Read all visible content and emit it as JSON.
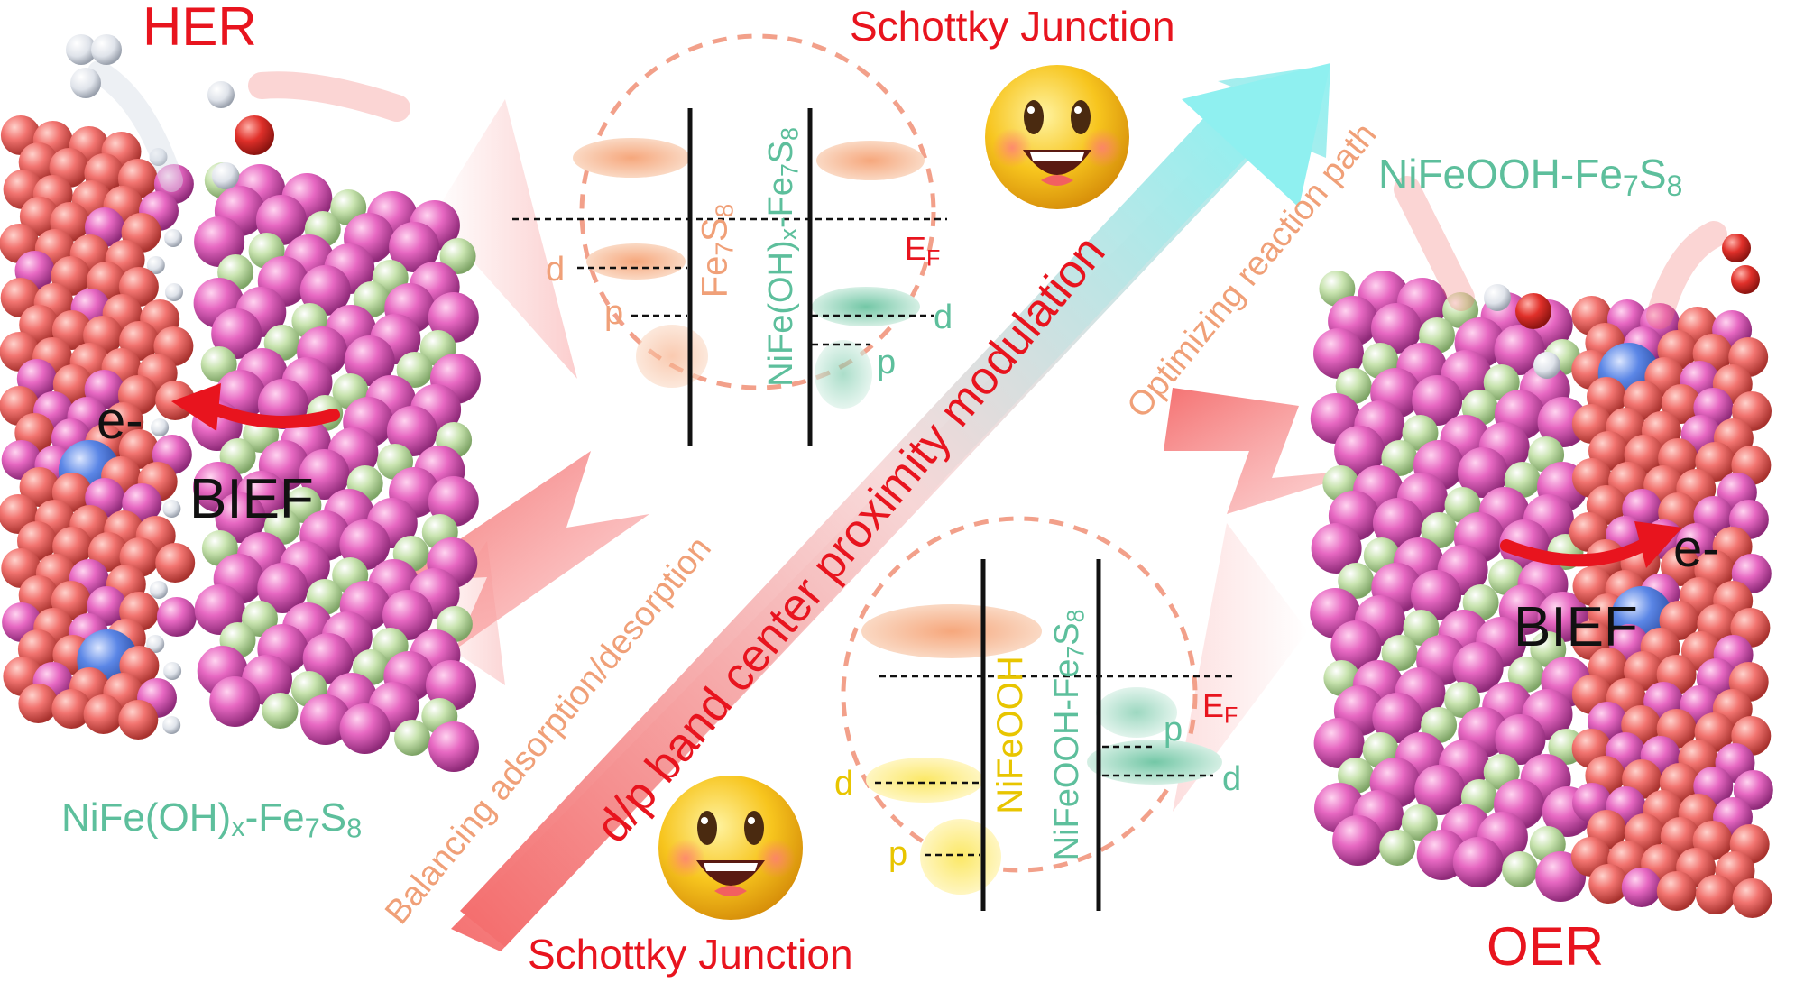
{
  "reactions": {
    "her": "HER",
    "oer": "OER"
  },
  "junction": {
    "top": "Schottky Junction",
    "bottom": "Schottky Junction"
  },
  "materials": {
    "left": {
      "base": "NiFe(OH)",
      "sub1": "x",
      "mid": "-Fe",
      "sub2": "7",
      "s": "S",
      "sub3": "8"
    },
    "right": {
      "base": "NiFeOOH-Fe",
      "sub1": "7",
      "s": "S",
      "sub2": "8"
    }
  },
  "electron": {
    "left": "e-",
    "right": "e-"
  },
  "field": {
    "left": "BIEF",
    "right": "BIEF"
  },
  "arrow_text": {
    "main": "d/p band center proximity modulation",
    "lower": "Balancing adsorption/desorption",
    "upper": "Optimizing reaction path"
  },
  "top_circle": {
    "material_a": {
      "base": "Fe",
      "sub1": "7",
      "s": "S",
      "sub2": "8"
    },
    "material_b": {
      "base": "NiFe(OH)",
      "sub1": "x",
      "mid": "-Fe",
      "sub2": "7",
      "s": "S",
      "sub3": "8"
    },
    "fermi": "E",
    "fermi_sub": "F",
    "d_left": "d",
    "p_left": "p",
    "d_right": "d",
    "p_right": "p"
  },
  "bottom_circle": {
    "material_a": "NiFeOOH",
    "material_b": {
      "base": "NiFeOOH-Fe",
      "sub1": "7",
      "s": "S",
      "sub2": "8"
    },
    "fermi": "E",
    "fermi_sub": "F",
    "d_left": "d",
    "p_left": "p",
    "d_right": "d",
    "p_right": "p"
  },
  "colors": {
    "label_red": "#e8141e",
    "label_teal": "#5dbf9c",
    "label_orange": "#f0a078",
    "label_yellow": "#e8c500",
    "arrow_cyan": "#8ff0f0",
    "arrow_red": "#f46a6a",
    "atom_pink": "#e768c2",
    "atom_salmon": "#f27470",
    "atom_blue": "#5b86e6",
    "atom_green": "#c9e4b0"
  },
  "icons": [
    "smiley-face-icon",
    "smiley-face-icon"
  ]
}
